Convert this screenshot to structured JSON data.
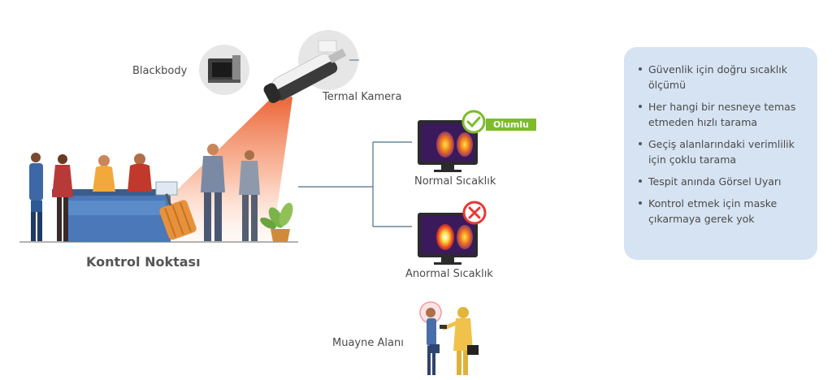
{
  "labels": {
    "blackbody": "Blackbody",
    "thermal_camera": "Termal Kamera",
    "checkpoint": "Kontrol Noktası",
    "normal_temp": "Normal Sıcaklık",
    "abnormal_temp": "Anormal Sıcaklık",
    "inspection_area": "Muayne Alanı",
    "ok_badge": "Olumlu"
  },
  "features": [
    "Güvenlik için doğru sıcaklık ölçümü",
    "Her hangi bir nesneye temas etmeden hızlı tarama",
    "Geçiş alanlarındaki verimlilik için çoklu tarama",
    "Tespit anında Görsel Uyarı",
    "Kontrol etmek için maske çıkarmaya gerek yok"
  ],
  "colors": {
    "panel": "#d6e3f2",
    "ok": "#7dbb2c",
    "alert": "#e53935",
    "beam": "#f26b3a",
    "counter": "#4a78b8",
    "connector": "#4a6f86"
  },
  "icons": [
    "blackbody-icon",
    "thermal-camera-icon",
    "monitor-icon",
    "check-icon",
    "cross-icon",
    "suitcase-icon",
    "plant-icon",
    "thermometer-gun-icon"
  ]
}
